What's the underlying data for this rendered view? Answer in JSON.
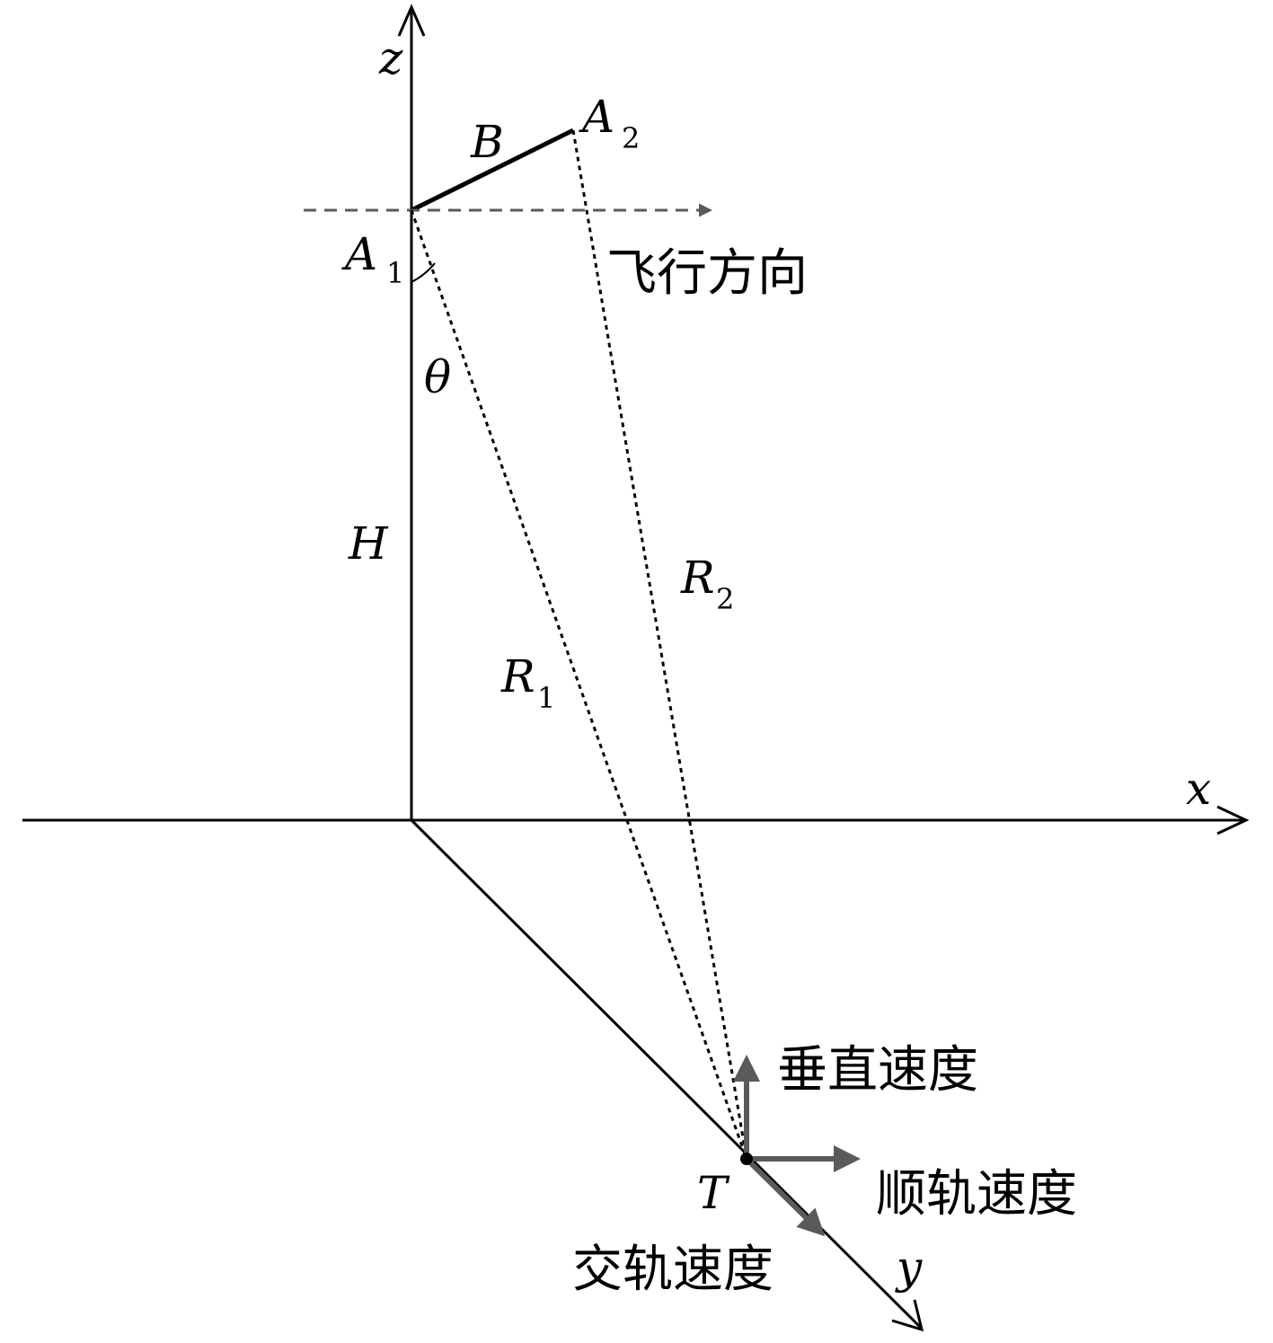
{
  "labels": {
    "z_axis": "z",
    "x_axis": "x",
    "y_axis": "y",
    "A1": "A",
    "A1_sub": "1",
    "A2": "A",
    "A2_sub": "2",
    "B": "B",
    "theta": "θ",
    "H": "H",
    "R1": "R",
    "R1_sub": "1",
    "R2": "R",
    "R2_sub": "2",
    "T": "T",
    "flight_direction": "飞行方向",
    "vertical_velocity": "垂直速度",
    "along_track_velocity": "顺轨速度",
    "cross_track_velocity": "交轨速度"
  },
  "colors": {
    "axis": "#000000",
    "velocity_arrow": "#5a5a5a",
    "flight_arrow": "#5a5a5a"
  }
}
